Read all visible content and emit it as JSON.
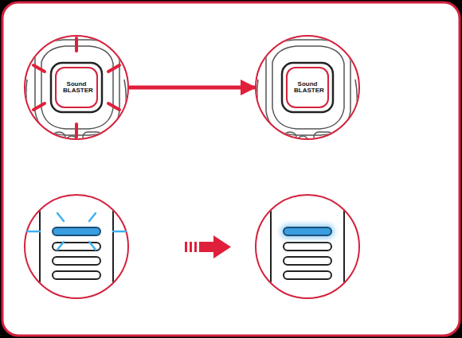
{
  "diagram": {
    "nodes": [
      {
        "text": [
          "Sound BLASTER"
        ]
      },
      {
        "text": [
          "Sound BLASTER"
        ]
      }
    ],
    "edges": [
      {
        "from": 0,
        "to": 1,
        "arrow": "to"
      }
    ]
  }
}
